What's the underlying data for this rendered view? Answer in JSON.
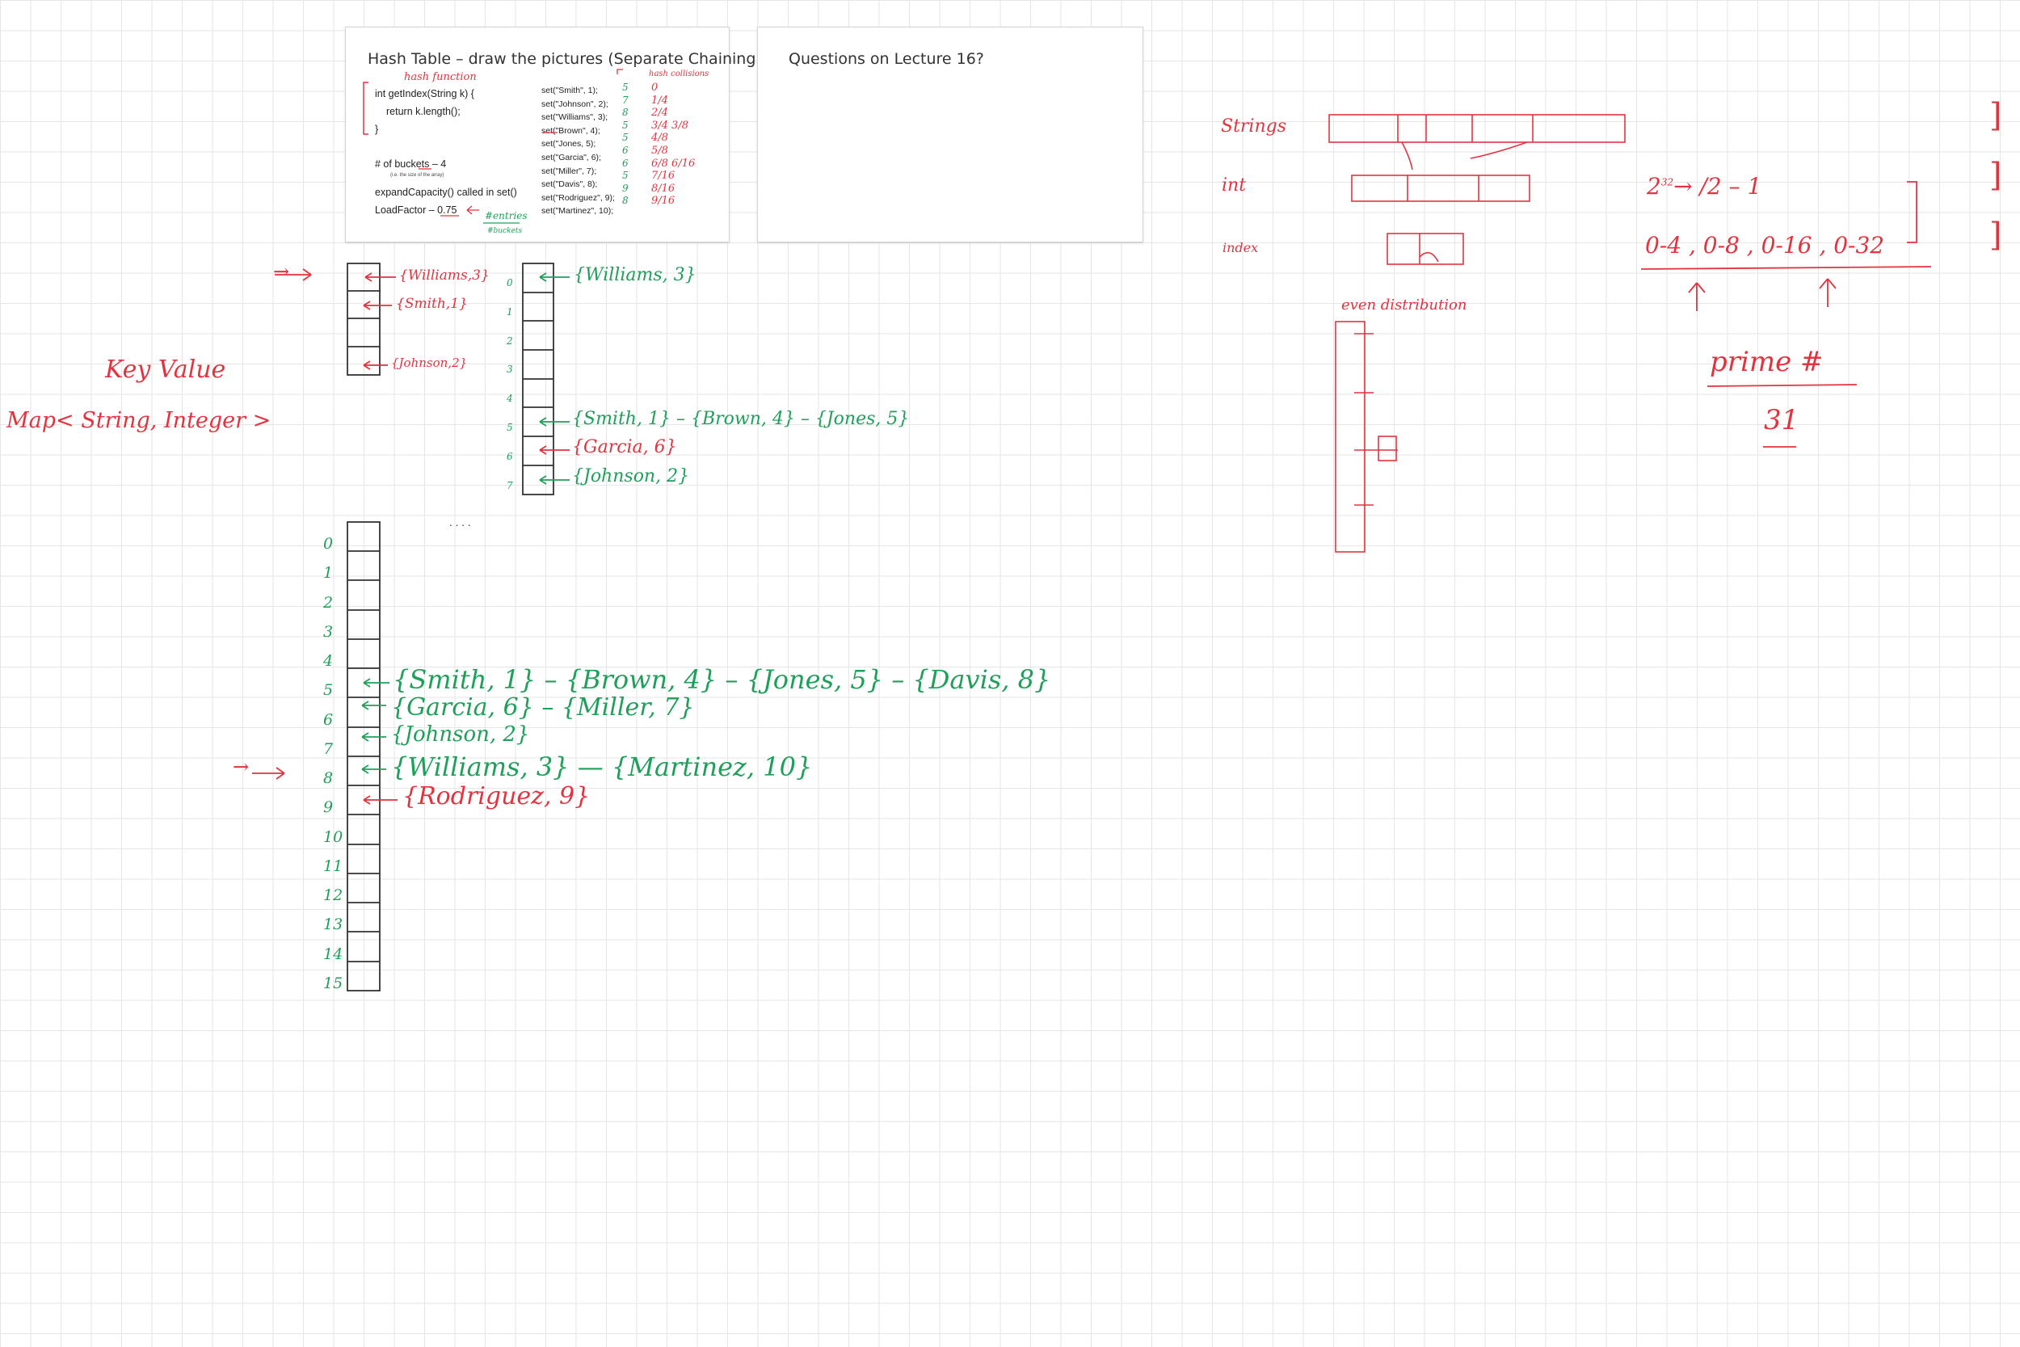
{
  "slide1": {
    "title": "Hash Table – draw the pictures (Separate Chaining)",
    "code_line1": "int getIndex(String k) {",
    "code_line2": "return k.length();",
    "code_line3": "}",
    "buckets_line": "# of buckets – 4",
    "buckets_note": "(i.e. the size of the array)",
    "expand_line": "expandCapacity() called in set()",
    "loadfactor_line": "LoadFactor – 0.75",
    "set_calls": [
      "set(\"Smith\", 1);",
      "set(\"Johnson\", 2);",
      "set(\"Williams\", 3);",
      "set(\"Brown\", 4);",
      "set(\"Jones, 5);",
      "set(\"Garcia\", 6);",
      "set(\"Miller\", 7);",
      "set(\"Davis\", 8);",
      "set(\"Rodriguez\", 9);",
      "set(\"Martinez\", 10);"
    ],
    "hash_values": [
      "5",
      "7",
      "8",
      "5",
      "5",
      "6",
      "6",
      "5",
      "9",
      "8"
    ],
    "load_values": [
      "0",
      "1/4",
      "2/4",
      "3/4  3/8",
      "4/8",
      "5/8",
      "6/8  6/16",
      "7/16",
      "8/16",
      "9/16"
    ],
    "annot_hash_function": "hash function",
    "annot_hash_collisions": "hash collisions",
    "annot_entries": "#entries",
    "annot_buckets": "#buckets"
  },
  "slide2": {
    "title": "Questions on Lecture 16?"
  },
  "board": {
    "arrow_mark": "→",
    "table4_entries": [
      "{Williams,3}",
      "{Smith,1}",
      "{Johnson,2}"
    ],
    "table8_indices": [
      "0",
      "1",
      "2",
      "3",
      "4",
      "5",
      "6",
      "7"
    ],
    "table8_row0": "{Williams, 3}",
    "table8_row5": "{Smith, 1} – {Brown, 4} – {Jones, 5}",
    "table8_row6": "{Garcia, 6}",
    "table8_row7": "{Johnson, 2}",
    "ellipsis": ". . . .",
    "key_value": "Key   Value",
    "map_type": "Map< String, Integer >",
    "table16_indices": [
      "0",
      "1",
      "2",
      "3",
      "4",
      "5",
      "6",
      "7",
      "8",
      "9",
      "10",
      "11",
      "12",
      "13",
      "14",
      "15"
    ],
    "table16_row5": "{Smith, 1} – {Brown, 4} – {Jones, 5} – {Davis, 8}",
    "table16_row6": "{Garcia, 6} – {Miller, 7}",
    "table16_row7": "{Johnson, 2}",
    "table16_row8": "{Williams, 3} — {Martinez, 10}",
    "table16_row9": "{Rodriguez, 9}",
    "label_strings": "Strings",
    "label_int": "int",
    "label_index": "index",
    "even_distribution": "even distribution",
    "pow_base": "2",
    "pow_exp": "32",
    "pow_rest": "→  /2 – 1",
    "ranges": "0-4 , 0-8 , 0-16 , 0-32",
    "prime_label": "prime #",
    "prime_value": "31",
    "bracket_mark": "]"
  },
  "colors": {
    "red": "#e4333f",
    "green": "#1fa05a",
    "black": "#333333",
    "grid": "#e6e6e6"
  }
}
